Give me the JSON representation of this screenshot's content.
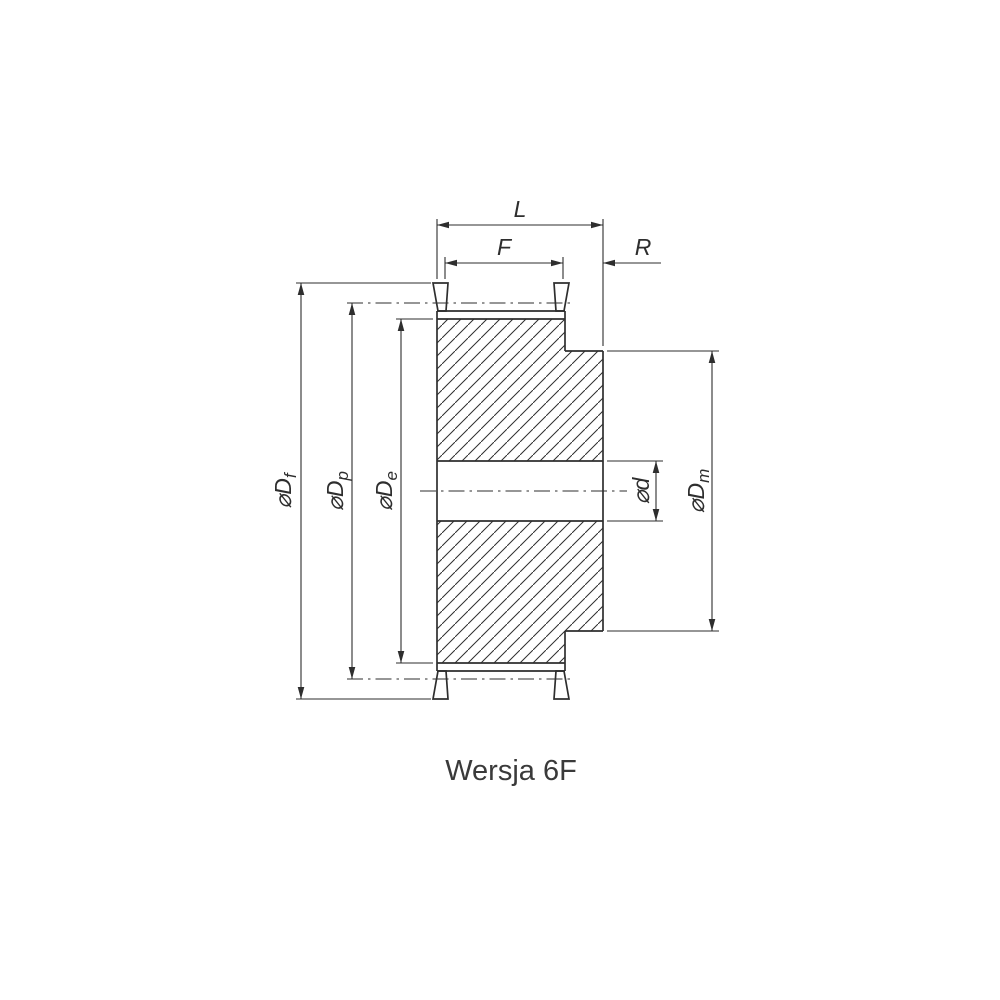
{
  "caption": "Wersja 6F",
  "labels": {
    "L": "L",
    "F": "F",
    "R": "R",
    "Df_main": "⌀D",
    "Df_sub": "f",
    "Dp_main": "⌀D",
    "Dp_sub": "p",
    "De_main": "⌀D",
    "De_sub": "e",
    "d_main": "⌀d",
    "Dm_main": "⌀D",
    "Dm_sub": "m"
  },
  "colors": {
    "line": "#2e2e2e",
    "caption": "#3a3a3a",
    "background": "#ffffff"
  }
}
